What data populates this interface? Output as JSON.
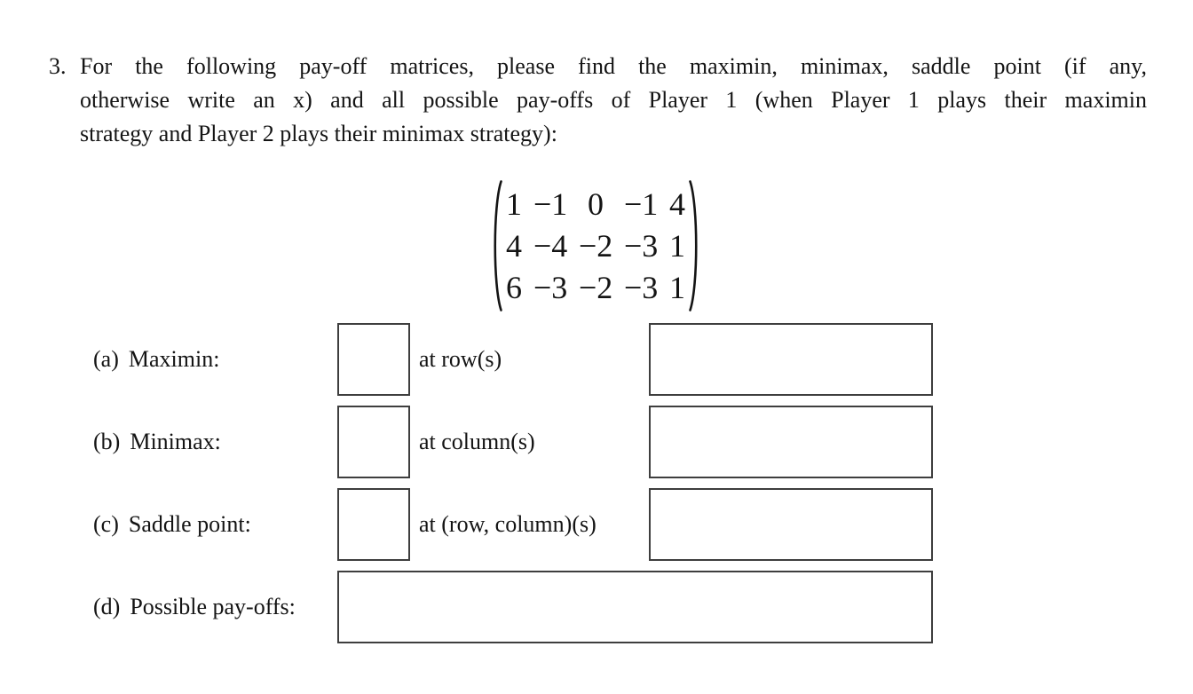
{
  "page": {
    "background": "#ffffff",
    "text_color": "#141414",
    "box_border_color": "#3e3e3e"
  },
  "problem": {
    "number": "3.",
    "statement_lines": [
      "For the following pay-off matrices, please find the maximin, minimax, saddle point (if any,",
      "otherwise write an x) and all possible pay-offs of Player 1 (when Player 1 plays their maximin",
      "strategy and Player 2 plays their minimax strategy):"
    ]
  },
  "matrix": {
    "rows": [
      [
        "1",
        "−1",
        "0",
        "−1",
        "4"
      ],
      [
        "4",
        "−4",
        "−2",
        "−3",
        "1"
      ],
      [
        "6",
        "−3",
        "−2",
        "−3",
        "1"
      ]
    ]
  },
  "answers": {
    "a": {
      "tag": "(a)",
      "label": "Maximin:",
      "suffix": "at row(s)",
      "value": "",
      "detail": ""
    },
    "b": {
      "tag": "(b)",
      "label": "Minimax:",
      "suffix": "at column(s)",
      "value": "",
      "detail": ""
    },
    "c": {
      "tag": "(c)",
      "label": "Saddle point:",
      "suffix": "at (row, column)(s)",
      "value": "",
      "detail": ""
    },
    "d": {
      "tag": "(d)",
      "label": "Possible pay-offs:",
      "value": ""
    }
  }
}
